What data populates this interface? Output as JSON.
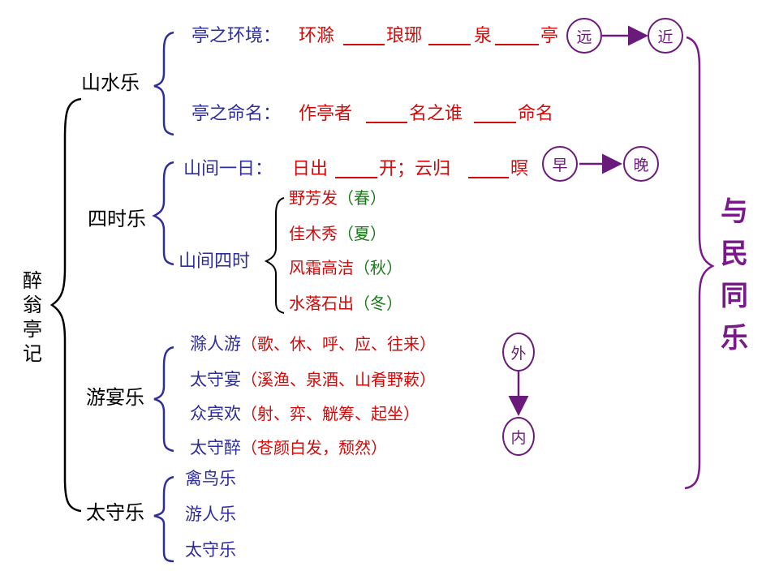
{
  "root": {
    "chars": [
      "醉",
      "翁",
      "亭",
      "记"
    ]
  },
  "branches": {
    "shanshui": {
      "label": "山水乐",
      "env": {
        "prefix": "亭之环境：",
        "chain": [
          "环滁",
          "琅琊",
          "泉",
          "亭"
        ]
      },
      "name": {
        "prefix": "亭之命名：",
        "chain": [
          "作亭者",
          "名之谁",
          "命名"
        ]
      },
      "order": [
        "远",
        "近"
      ]
    },
    "sishi": {
      "label": "四时乐",
      "day": {
        "prefix": "山间一日：",
        "part1": "日出",
        "part2": "开；云归",
        "part3": "暝"
      },
      "order": [
        "早",
        "晚"
      ],
      "seasons_label": "山间四时",
      "seasons": [
        {
          "text": "野芳发",
          "season": "（春）"
        },
        {
          "text": "佳木秀",
          "season": "（夏）"
        },
        {
          "text": "风霜高洁",
          "season": "（秋）"
        },
        {
          "text": "水落石出",
          "season": "（冬）"
        }
      ]
    },
    "youyan": {
      "label": "游宴乐",
      "items": [
        {
          "who": "滁人游",
          "detail": "（歌、休、呼、应、往来）"
        },
        {
          "who": "太守宴",
          "detail": "（溪渔、泉酒、山肴野蔌）"
        },
        {
          "who": "众宾欢",
          "detail": "（射、弈、觥筹、起坐）"
        },
        {
          "who": "太守醉",
          "detail": "（苍颜白发，颓然）"
        }
      ],
      "order": [
        "外",
        "内"
      ]
    },
    "taishou": {
      "label": "太守乐",
      "items": [
        "禽鸟乐",
        "游人乐",
        "太守乐"
      ]
    }
  },
  "conclusion": [
    "与",
    "民",
    "同",
    "乐"
  ],
  "colors": {
    "black": "#000000",
    "blue": "#2e2e9a",
    "red": "#d10a0a",
    "green": "#1a7a1a",
    "purple": "#7a1a8a"
  }
}
